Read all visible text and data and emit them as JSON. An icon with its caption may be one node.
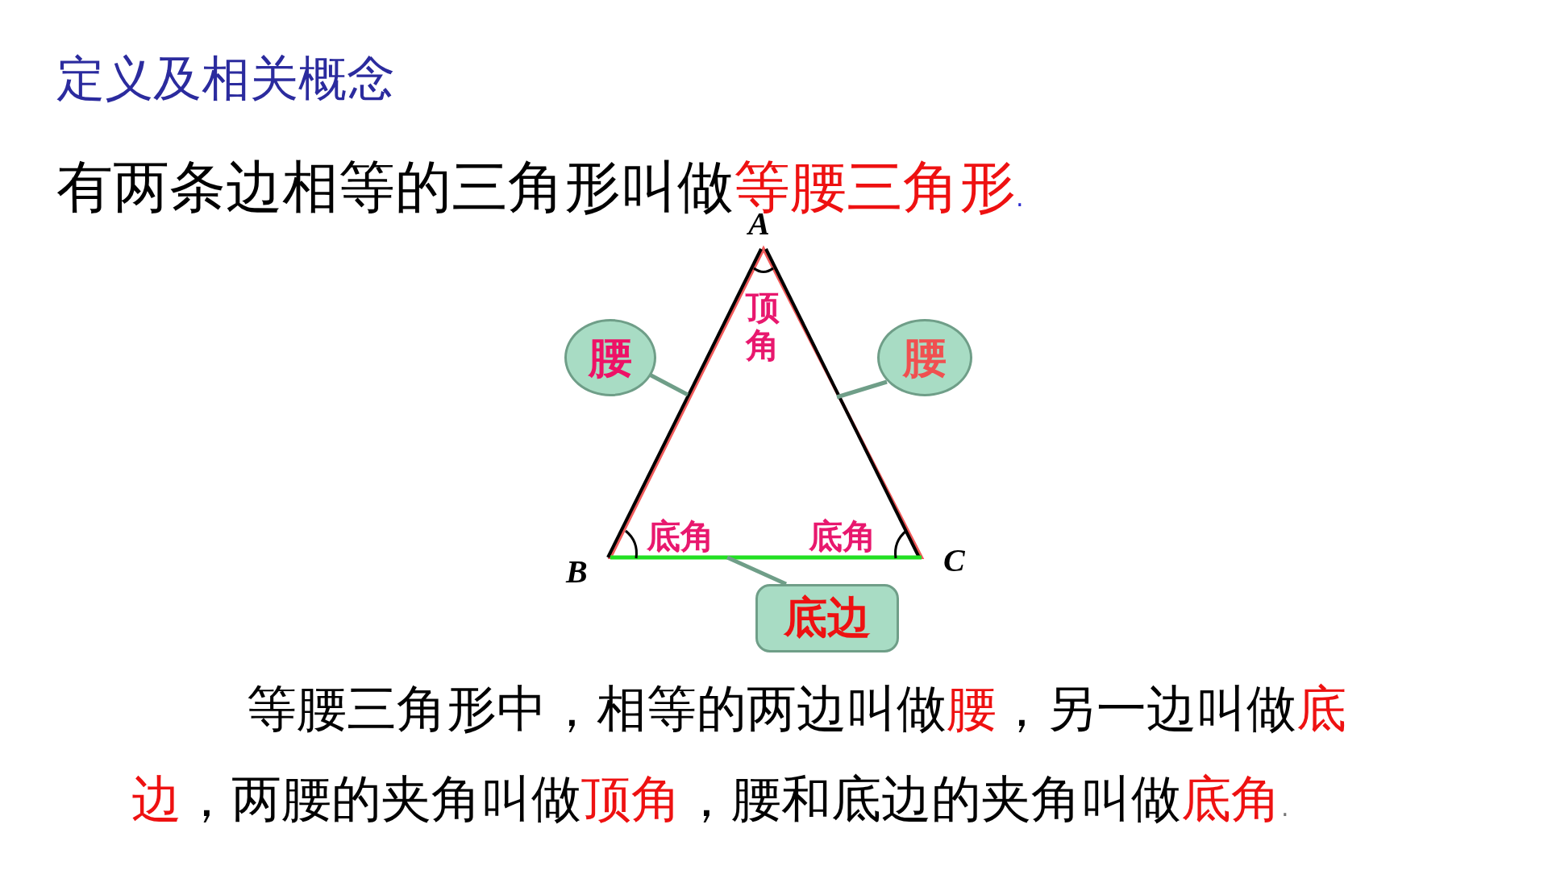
{
  "diagram": {
    "title": "定义及相关概念",
    "nodes": [
      {
        "text": [
          "腰"
        ]
      },
      {
        "text": [
          "腰"
        ]
      },
      {
        "text": [
          "底边"
        ]
      },
      {
        "text": [],
        "shape": "triangle"
      }
    ],
    "edges": [
      {
        "from": 0,
        "to": 3,
        "arrow": "none"
      },
      {
        "from": 1,
        "to": 3,
        "arrow": "none"
      },
      {
        "from": 2,
        "to": 3,
        "arrow": "none"
      }
    ],
    "labels": [
      "有两条边相等的三角形叫做",
      "等腰三角形",
      ".",
      "A",
      "顶角",
      "底角",
      "底角",
      "B",
      "C",
      "等腰三角形中，相等的两边叫做",
      "腰",
      "，另一边叫做",
      "底边",
      "，两腰的夹角叫做",
      "顶角",
      "，腰和底边的夹角叫做",
      "底角",
      "."
    ]
  }
}
